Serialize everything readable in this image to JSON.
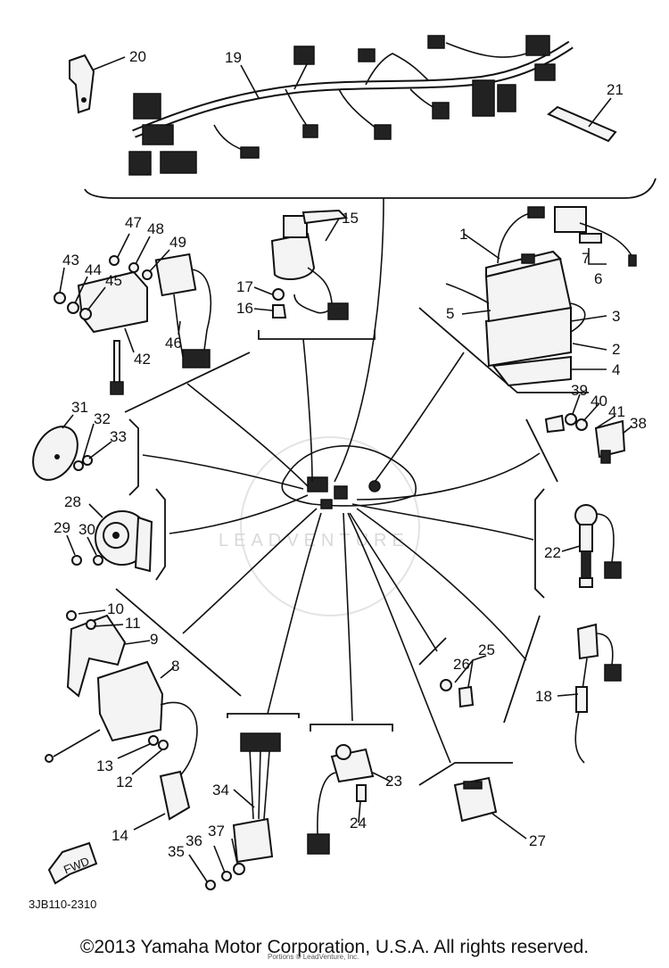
{
  "diagram": {
    "code": "3JB110-2310",
    "fwd_label": "FWD",
    "watermark": "LEADVENTURE",
    "part_numbers": [
      "1",
      "2",
      "3",
      "4",
      "5",
      "6",
      "7",
      "8",
      "9",
      "10",
      "11",
      "12",
      "13",
      "14",
      "15",
      "16",
      "17",
      "18",
      "19",
      "20",
      "21",
      "22",
      "23",
      "24",
      "25",
      "26",
      "27",
      "28",
      "29",
      "30",
      "31",
      "32",
      "33",
      "34",
      "35",
      "36",
      "37",
      "38",
      "39",
      "40",
      "41",
      "42",
      "43",
      "44",
      "45",
      "46",
      "47",
      "48",
      "49"
    ]
  },
  "footer": {
    "copyright": "©2013 Yamaha Motor Corporation, U.S.A. All rights reserved.",
    "subnote": "Portions © LeadVenture, Inc."
  }
}
